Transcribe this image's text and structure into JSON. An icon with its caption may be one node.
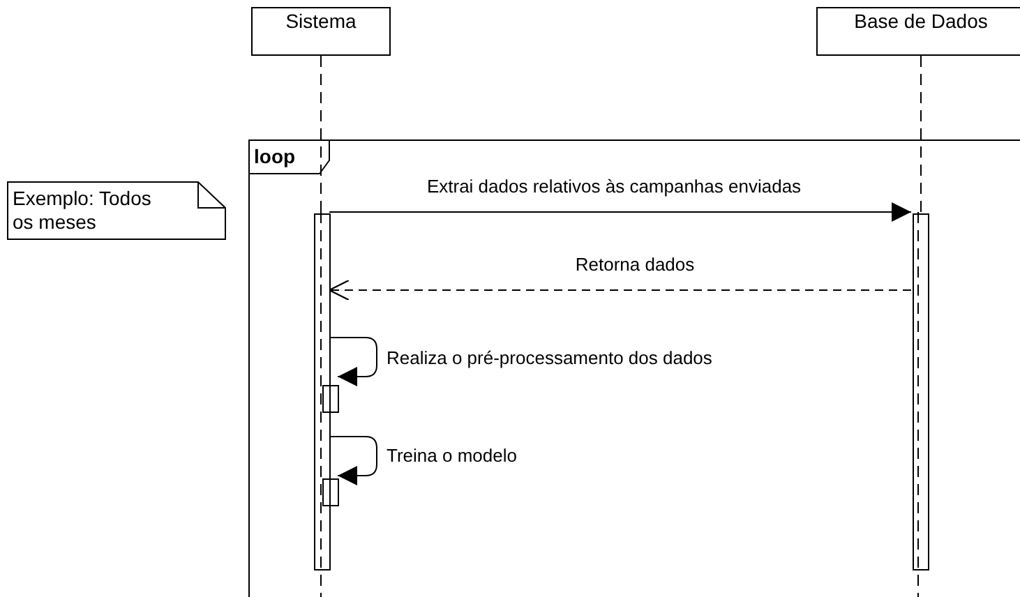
{
  "diagram": {
    "nodes": [
      {
        "text": [
          "Sistema"
        ]
      },
      {
        "text": [
          "Base de Dados"
        ]
      },
      {
        "text": [
          "Exemplo: Todos os meses"
        ]
      },
      {
        "text": [
          "loop"
        ]
      },
      {
        "text": [],
        "shape": "bar",
        "in": 3
      },
      {
        "text": [],
        "shape": "bar",
        "in": 3
      },
      {
        "text": [],
        "shape": "bar",
        "in": 3
      },
      {
        "text": [],
        "shape": "bar",
        "in": 3
      }
    ],
    "edges": [
      {
        "from": 4,
        "to": 5,
        "arrow": "to",
        "label": "Extrai dados relativos às campanhas enviadas"
      },
      {
        "from": 5,
        "to": 4,
        "arrow": "to",
        "label": "Retorna dados",
        "style": "dashed"
      },
      {
        "from": 4,
        "to": 6,
        "arrow": "to",
        "label": "Realiza o pré-processamento dos dados"
      },
      {
        "from": 4,
        "to": 7,
        "arrow": "to",
        "label": "Treina o modelo"
      },
      {
        "from": 0,
        "to": 4,
        "arrow": "none",
        "style": "dashed"
      },
      {
        "from": 1,
        "to": 5,
        "arrow": "none",
        "style": "dashed"
      }
    ]
  }
}
